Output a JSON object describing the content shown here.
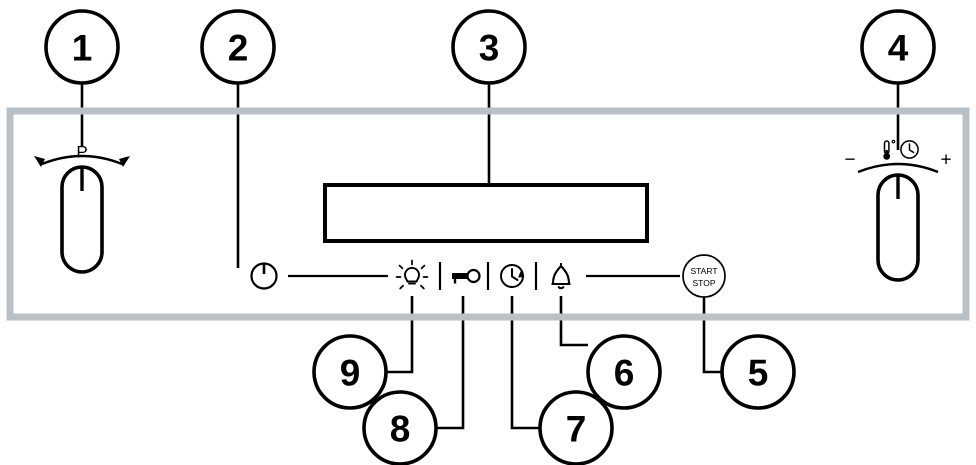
{
  "diagram": {
    "title": "Oven control panel callout diagram",
    "type": "appliance-control-panel",
    "panel": {
      "frame_color": "#b9c0c6",
      "line_color": "#000000",
      "background": "#ffffff"
    },
    "callouts": [
      {
        "number": "1",
        "target": "function-selector-knob",
        "position": "top"
      },
      {
        "number": "2",
        "target": "power-button",
        "position": "top"
      },
      {
        "number": "3",
        "target": "display-screen",
        "position": "top"
      },
      {
        "number": "4",
        "target": "temperature-time-knob",
        "position": "top"
      },
      {
        "number": "5",
        "target": "start-stop-button",
        "position": "bottom"
      },
      {
        "number": "6",
        "target": "alarm-bell-button",
        "position": "bottom"
      },
      {
        "number": "7",
        "target": "timer-clock-button",
        "position": "bottom"
      },
      {
        "number": "8",
        "target": "key-lock-button",
        "position": "bottom"
      },
      {
        "number": "9",
        "target": "oven-lamp-button",
        "position": "bottom"
      }
    ],
    "left_knob": {
      "label": "P",
      "name": "function-selector-knob",
      "shape": "pill",
      "arc_arrow_left": "◂",
      "arc_arrow_right": "▸"
    },
    "right_knob": {
      "name": "temperature-time-knob",
      "shape": "pill",
      "minus": "−",
      "plus": "+",
      "icons": [
        "thermometer-icon",
        "clock-icon"
      ]
    },
    "display": {
      "name": "display-screen",
      "value": ""
    },
    "control_row": {
      "items": [
        {
          "name": "power-icon",
          "label": "power"
        },
        {
          "name": "connector-line-left",
          "label": ""
        },
        {
          "name": "lamp-icon",
          "label": "oven light"
        },
        {
          "name": "divider-1",
          "label": ""
        },
        {
          "name": "key-icon",
          "label": "child lock"
        },
        {
          "name": "divider-2",
          "label": ""
        },
        {
          "name": "timer-clock-icon",
          "label": "timer"
        },
        {
          "name": "divider-3",
          "label": ""
        },
        {
          "name": "bell-icon",
          "label": "alarm"
        },
        {
          "name": "connector-line-right",
          "label": ""
        },
        {
          "name": "start-stop-button",
          "label": "START STOP"
        }
      ]
    },
    "start_stop": {
      "line1": "START",
      "line2": "STOP"
    }
  }
}
